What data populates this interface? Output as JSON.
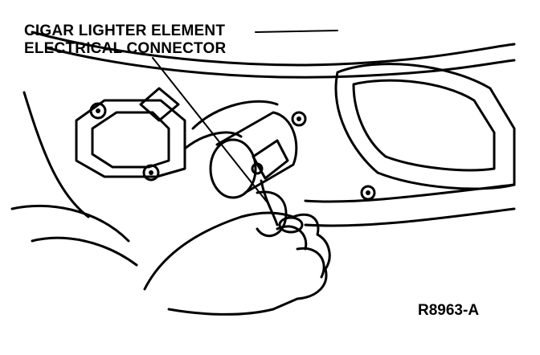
{
  "callout": {
    "line1": "CIGAR LIGHTER ELEMENT",
    "line2": "ELECTRICAL CONNECTOR"
  },
  "figure_code": "R8963-A"
}
